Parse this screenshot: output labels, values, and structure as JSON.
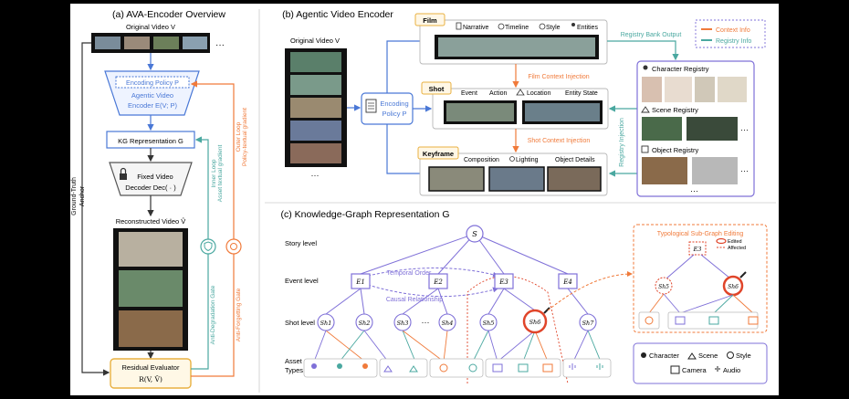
{
  "panel_a": {
    "title": "(a) AVA-Encoder Overview",
    "original_video": "Original Video V",
    "encoding_policy": "Encoding Policy P",
    "encoder_line1": "Agentic Video",
    "encoder_line2": "Encoder E(V; P)",
    "kg": "KG Representation G",
    "decoder_line1": "Fixed Video",
    "decoder_line2": "Decoder Dec( · )",
    "reconstructed": "Reconstructed Video V̂",
    "evaluator_line1": "Residual Evaluator",
    "evaluator_line2": "R(V, V̂)",
    "anchor_line1": "Ground-Truth",
    "anchor_line2": "Anchor",
    "inner_loop_line1": "Inner Loop",
    "inner_loop_line2": "Asset textual gradient",
    "outer_loop_line1": "Outer Loop",
    "outer_loop_line2": "Policy-textual gradient",
    "anti_degradation": "Anti-Degradation Gate",
    "anti_forgetting": "Anti-Forgetting Gate"
  },
  "panel_b": {
    "title": "(b) Agentic Video Encoder",
    "original_video": "Original Video V",
    "encoding_policy_line1": "Encoding",
    "encoding_policy_line2": "Policy P",
    "film_tag": "Film",
    "film_items": [
      "Narrative",
      "Timeline",
      "Style",
      "Entities"
    ],
    "film_context": "Film Context Injection",
    "shot_tag": "Shot",
    "shot_items": [
      "Event",
      "Action",
      "Location",
      "Entity State"
    ],
    "shot_context": "Shot Context Injection",
    "keyframe_tag": "Keyframe",
    "keyframe_items": [
      "Composition",
      "Lighting",
      "Object Details"
    ],
    "registry_bank": "Registry Bank Output",
    "registry_injection": "Registry Injection",
    "legend_context": "Context Info",
    "legend_registry": "Registry Info",
    "character_registry": "Character Registry",
    "scene_registry": "Scene Registry",
    "object_registry": "Object Registry"
  },
  "panel_c": {
    "title": "(c) Knowledge-Graph Representation G",
    "story_level": "Story level",
    "event_level": "Event level",
    "shot_level": "Shot level",
    "asset_types_line1": "Asset",
    "asset_types_line2": "Types",
    "root": "S",
    "events": [
      "E1",
      "E2",
      "E3",
      "E4"
    ],
    "shots": [
      "Sh1",
      "Sh2",
      "Sh3",
      "Sh4",
      "Sh5",
      "Sh6",
      "Sh7"
    ],
    "ellipsis": "···",
    "temporal_order": "Temporal Order",
    "causal_relationship": "Causal Relationship",
    "subgraph_title": "Typological Sub-Graph Editing",
    "subgraph_event": "E3",
    "subgraph_shots": [
      "Sh5",
      "Sh6"
    ],
    "edited": "Edited",
    "affected": "Affected",
    "legend": [
      "Character",
      "Scene",
      "Style",
      "Camera",
      "Audio"
    ]
  },
  "colors": {
    "blue": "#4a78d6",
    "orange": "#f07a3a",
    "teal": "#4aa8a0",
    "purple": "#7f70d8",
    "red": "#e0452a",
    "gold": "#e8b040"
  }
}
